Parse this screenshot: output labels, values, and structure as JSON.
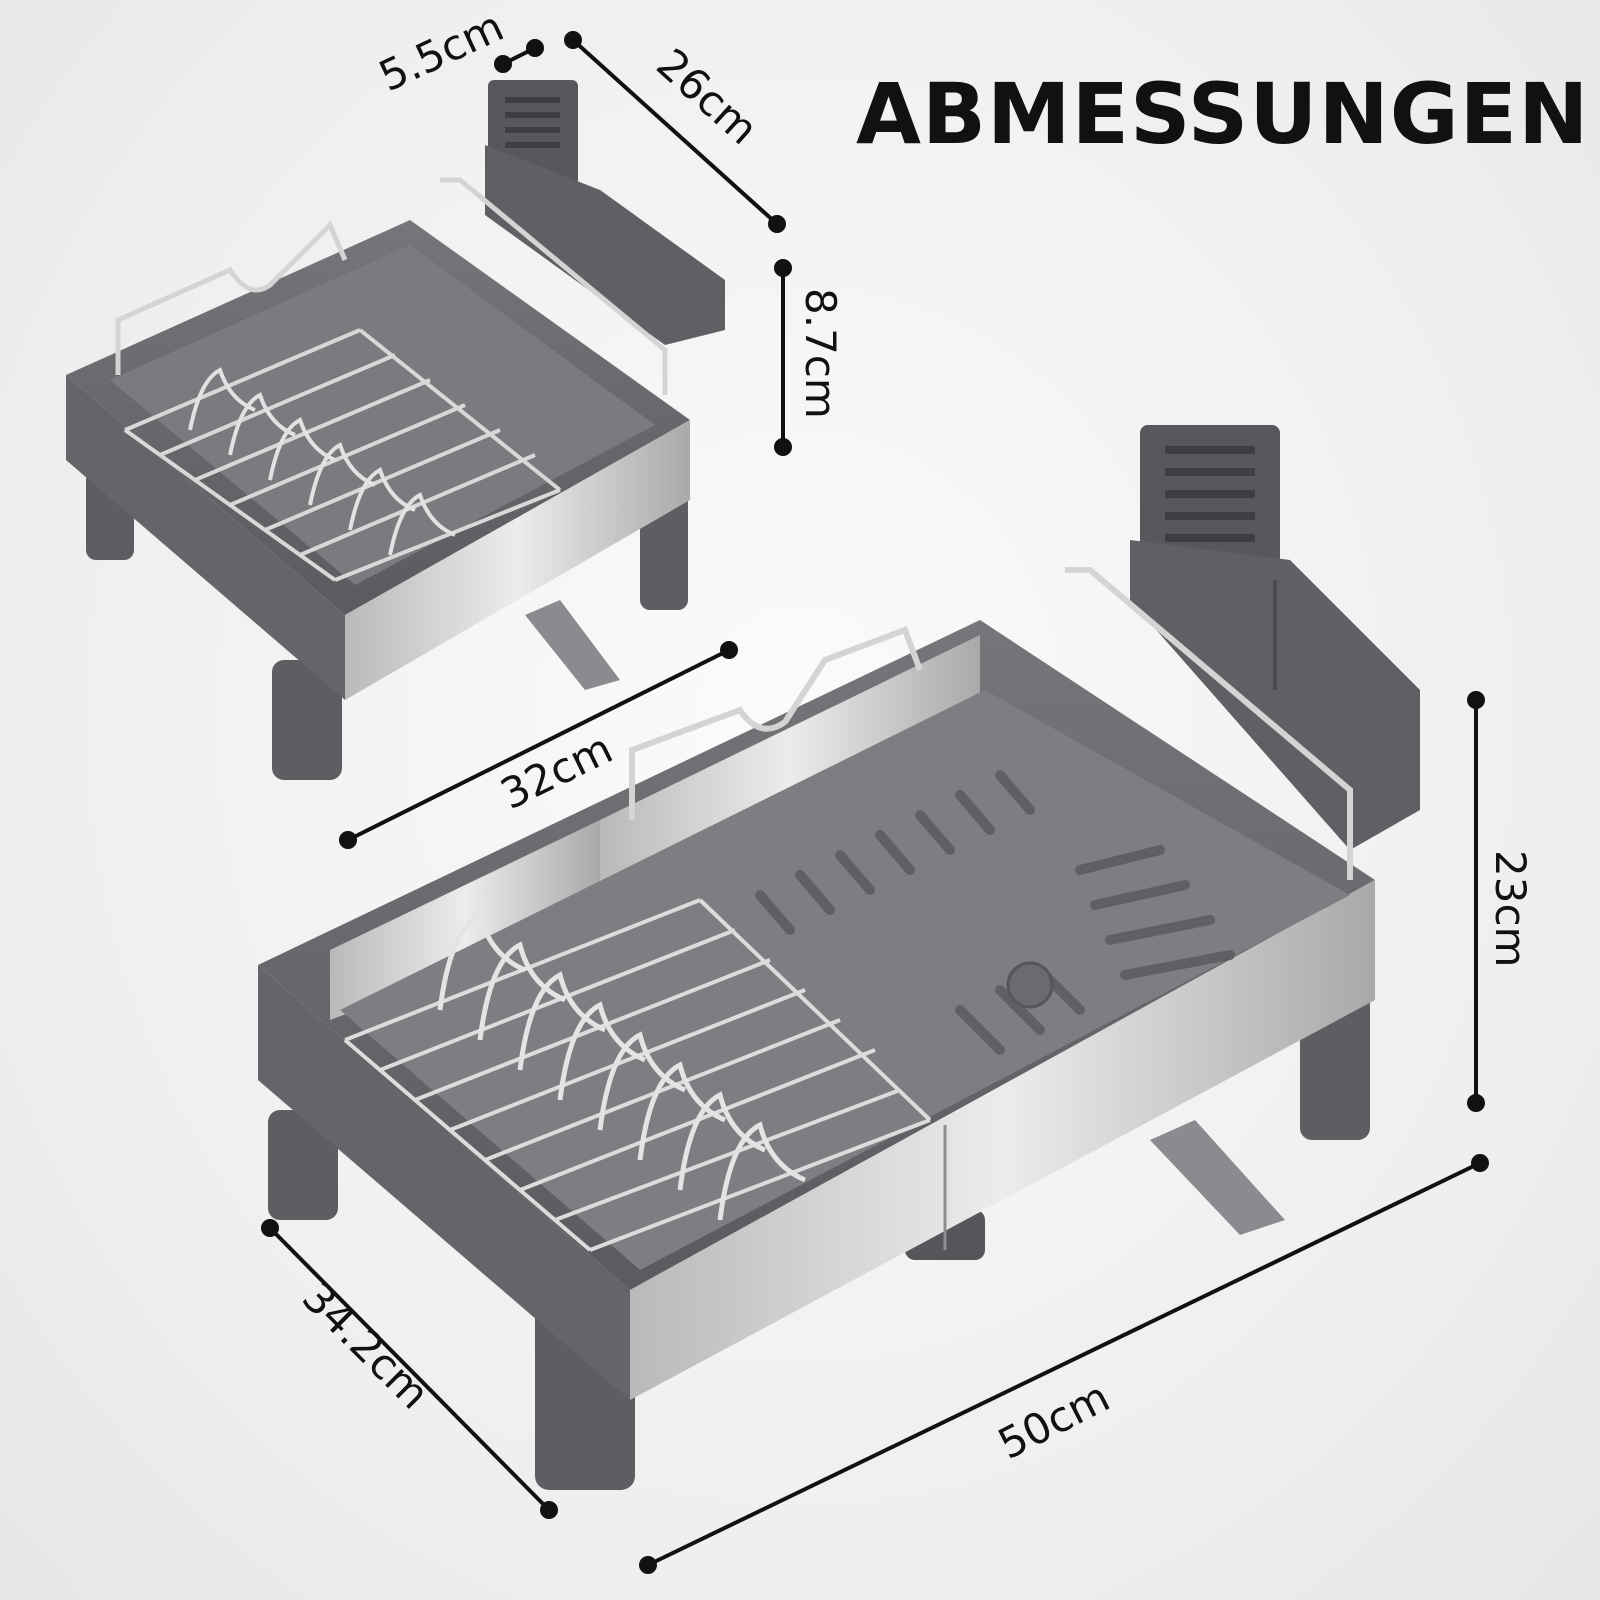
{
  "title": "ABMESSUNGEN",
  "colors": {
    "frame_gray": "#6b6c70",
    "frame_dark": "#55565a",
    "steel": "#c9c9c9",
    "wire": "#d9d9d9",
    "line": "#111111"
  },
  "dimensions": {
    "holder_depth": "5.5cm",
    "holder_width": "26cm",
    "holder_height": "8.7cm",
    "small_width": "32cm",
    "large_height": "23cm",
    "large_depth": "34.2cm",
    "large_width": "50cm"
  }
}
